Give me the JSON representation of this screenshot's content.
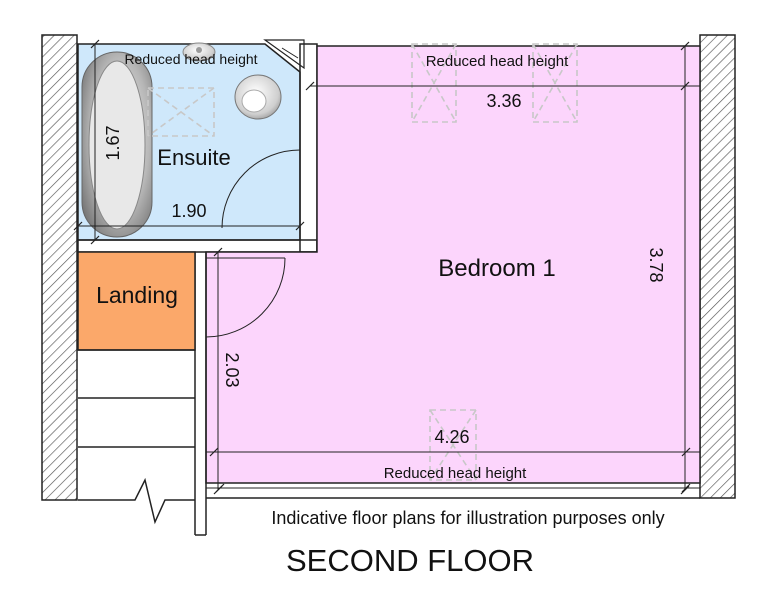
{
  "rooms": {
    "ensuite": {
      "label": "Ensuite",
      "fill": "#cfe8fb",
      "dim_height": "1.67",
      "dim_width": "1.90",
      "note": "Reduced head height"
    },
    "bedroom": {
      "label": "Bedroom 1",
      "fill": "#fcd5fc",
      "dim_top": "3.36",
      "dim_bottom": "4.26",
      "dim_right": "3.78",
      "dim_left": "2.03",
      "note_top": "Reduced head height",
      "note_bottom": "Reduced head height"
    },
    "landing": {
      "label": "Landing",
      "fill": "#fba86a"
    }
  },
  "disclaimer": "Indicative floor plans for illustration purposes only",
  "floor_title": "SECOND FLOOR",
  "colors": {
    "wall_stroke": "#222222",
    "hatch": "#555555",
    "dash": "#c8c8c8"
  },
  "icons": {
    "bath": "bathtub-icon",
    "toilet": "toilet-icon",
    "basin": "basin-icon",
    "stairs": "staircase-icon"
  }
}
